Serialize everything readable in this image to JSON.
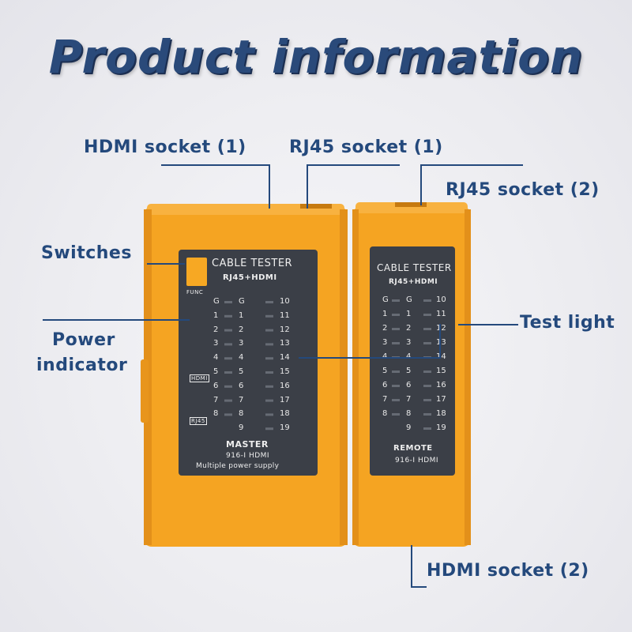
{
  "title": "Product information",
  "labels": {
    "hdmi1": "HDMI socket (1)",
    "rj45_1": "RJ45 socket (1)",
    "rj45_2": "RJ45 socket (2)",
    "switches": "Switches",
    "power1": "Power",
    "power2": "indicator",
    "test_light": "Test light",
    "hdmi2": "HDMI socket (2)"
  },
  "master": {
    "header": "CABLE TESTER",
    "sub": "RJ45+HDMI",
    "func": "FUNC",
    "name": "MASTER",
    "model": "916-I HDMI",
    "supply": "Multiple power supply",
    "hdmi_tag": "HDMI",
    "rj45_tag": "RJ45"
  },
  "remote": {
    "header": "CABLE TESTER",
    "sub": "RJ45+HDMI",
    "name": "REMOTE",
    "model": "916-I HDMI"
  },
  "pins_left": [
    "G",
    "1",
    "2",
    "3",
    "4",
    "5",
    "6",
    "7",
    "8"
  ],
  "pins_right": [
    "10",
    "11",
    "12",
    "13",
    "14",
    "15",
    "16",
    "17",
    "18",
    "19"
  ],
  "pin_9": "9",
  "colors": {
    "body": "#f7a823",
    "body_dark": "#e08a12",
    "panel": "#3a3f48",
    "label": "#24497c"
  }
}
